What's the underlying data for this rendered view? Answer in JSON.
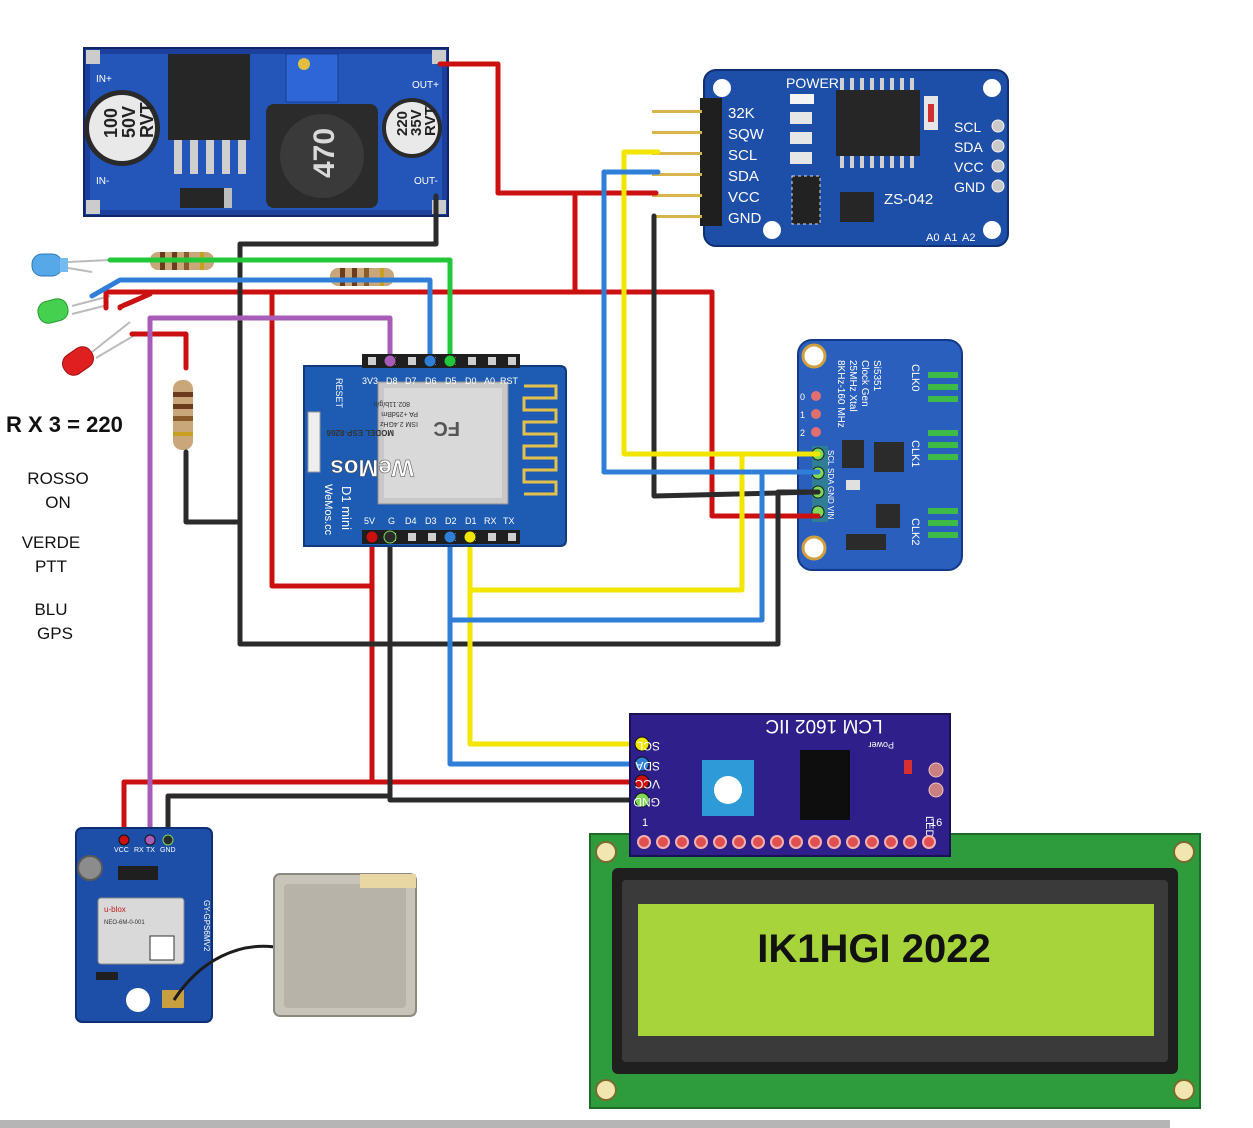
{
  "legend": {
    "resistor_note": "R X 3 = 220",
    "items": [
      {
        "color_word": "ROSSO",
        "meaning": "ON"
      },
      {
        "color_word": "VERDE",
        "meaning": "PTT"
      },
      {
        "color_word": "BLU",
        "meaning": "GPS"
      }
    ]
  },
  "buck_converter": {
    "in_plus": "IN+",
    "in_minus": "IN-",
    "out_plus": "OUT+",
    "out_minus": "OUT-",
    "cap_left": [
      "100",
      "50V",
      "RVT"
    ],
    "cap_right": [
      "220",
      "35V",
      "RVT"
    ],
    "inductor": "470"
  },
  "rtc_module": {
    "model": "ZS-042",
    "power_label": "POWER",
    "left_pins": [
      "32K",
      "SQW",
      "SCL",
      "SDA",
      "VCC",
      "GND"
    ],
    "right_pins": [
      "SCL",
      "SDA",
      "VCC",
      "GND"
    ],
    "addr_pins": [
      "A0",
      "A1",
      "A2"
    ]
  },
  "si5351_module": {
    "chip_text": [
      "Si5351",
      "Clock Gen",
      "25MHz Xtal",
      "8KHz-160 MHz"
    ],
    "clk_labels": [
      "CLK0",
      "CLK1",
      "CLK2"
    ],
    "pin_labels": [
      "VIN",
      "GND",
      "SDA",
      "SCL"
    ],
    "addr_labels": [
      "0",
      "1",
      "2"
    ]
  },
  "d1mini": {
    "top_pins": [
      "3V3",
      "D8",
      "D7",
      "D6",
      "D5",
      "D0",
      "A0",
      "RST"
    ],
    "bottom_pins": [
      "5V",
      "G",
      "D4",
      "D3",
      "D2",
      "D1",
      "RX",
      "TX"
    ],
    "reset_label": "RESET",
    "board_name": "D1 mini",
    "brand_site": "WeMos.cc",
    "module_model": "MODEL ESP-8266",
    "module_lines": [
      "802.11b/g/n",
      "PA +25dBm",
      "ISM 2.4GHz"
    ]
  },
  "lcd_i2c": {
    "title": "LCM 1602 IIC",
    "pins": [
      "SCL",
      "SDA",
      "VCC",
      "GND"
    ],
    "power_label": "Power",
    "led_label": "LED",
    "pin_one": "1",
    "pin_sixteen": "16"
  },
  "lcd_display": {
    "text": "IK1HGI 2022"
  },
  "gps_module": {
    "pins": [
      "VCC",
      "RX",
      "TX",
      "GND"
    ],
    "board_label": "GY-GPS6MV2",
    "chip_brand": "u-blox",
    "chip_model": "NEO-6M-0-001"
  },
  "colors": {
    "wire_red": "#cc1010",
    "wire_black": "#2b2b2b",
    "wire_yellow": "#f2e600",
    "wire_blue": "#2f7fd8",
    "wire_green": "#22c83a",
    "wire_purple": "#a85cb8",
    "board_blue": "#1d4fa8",
    "lcd_green": "#2e9c3c",
    "lcd_screen": "#a6d43a"
  }
}
